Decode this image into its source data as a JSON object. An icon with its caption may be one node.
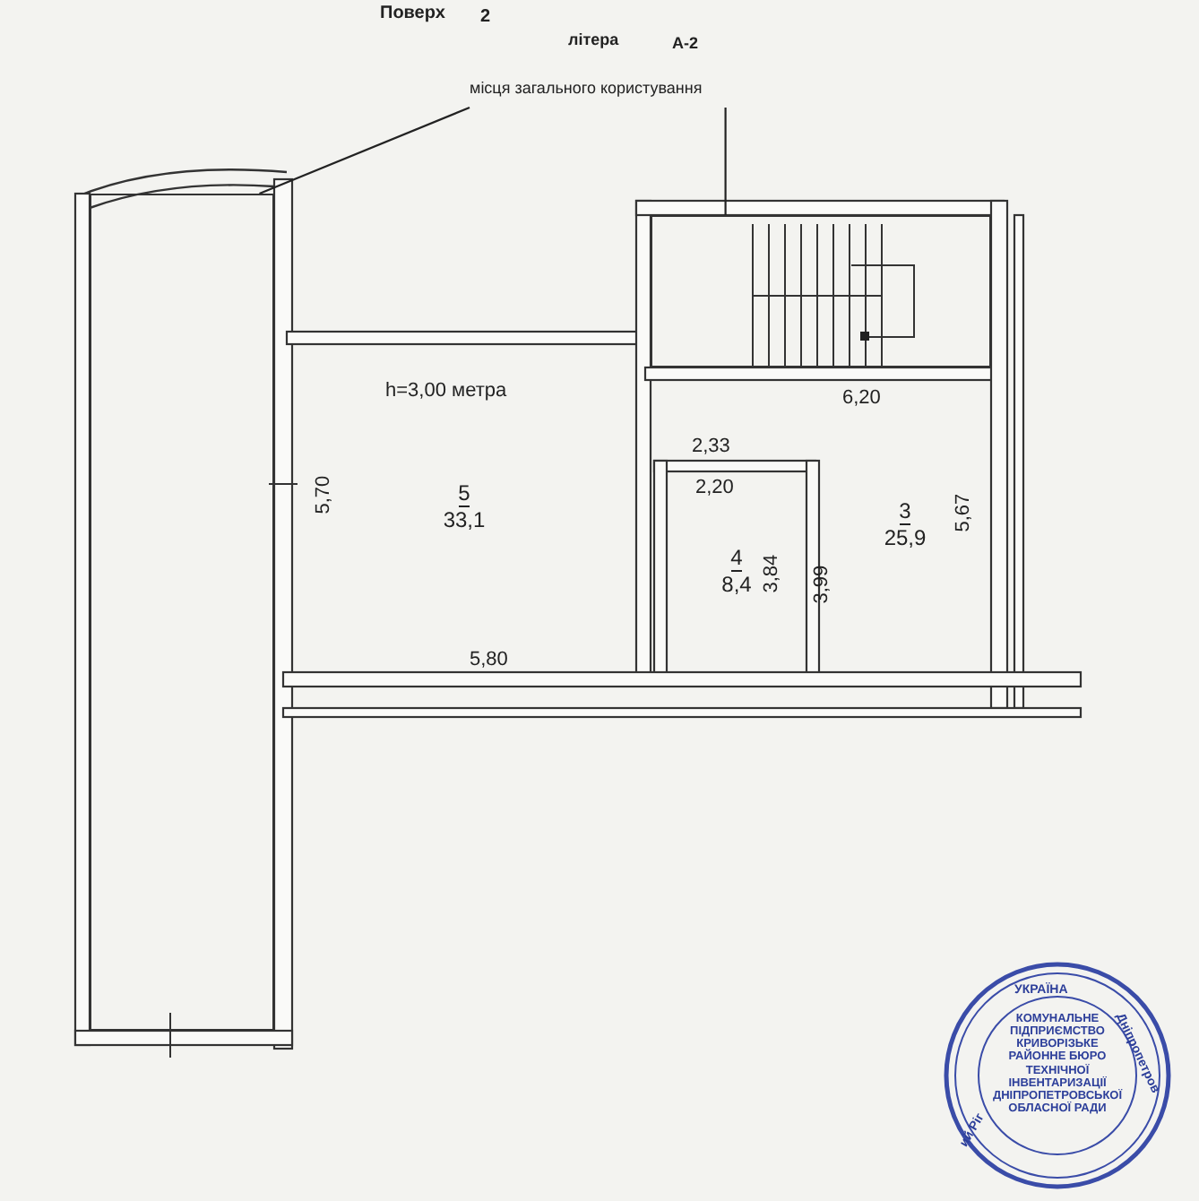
{
  "diagram": {
    "nodes": [
      {
        "text": [
          "місця загального користування"
        ]
      },
      {
        "text": [],
        "shape": "box"
      },
      {
        "text": [],
        "shape": "box"
      },
      {
        "text": [
          "5",
          "33,1"
        ]
      },
      {
        "text": [
          "4",
          "8,4"
        ]
      },
      {
        "text": [
          "3",
          "25,9"
        ]
      }
    ],
    "edges": [
      {
        "from": 0,
        "to": 1,
        "arrow": "none"
      },
      {
        "from": 0,
        "to": 2,
        "arrow": "none"
      }
    ],
    "labels": [
      "Поверх",
      "2",
      "літера",
      "А-2",
      "h=3,00 метра",
      "6,20",
      "2,33",
      "5,70",
      "2,20",
      "5,67",
      "3,84",
      "3,99",
      "5,80",
      "УКРАЇНА",
      "КОМУНАЛЬНЕ ПІДПРИЄМСТВО КРИВОРІЗЬКЕ РАЙОННЕ БЮРО ТЕХНІЧНОЇ ІНВЕНТАРИЗАЦІЇ ДНІПРОПЕТРОВСЬКОЇ ОБЛАСНОЇ РАДИ",
      "ий Ріг",
      "Дніпропетров"
    ]
  }
}
